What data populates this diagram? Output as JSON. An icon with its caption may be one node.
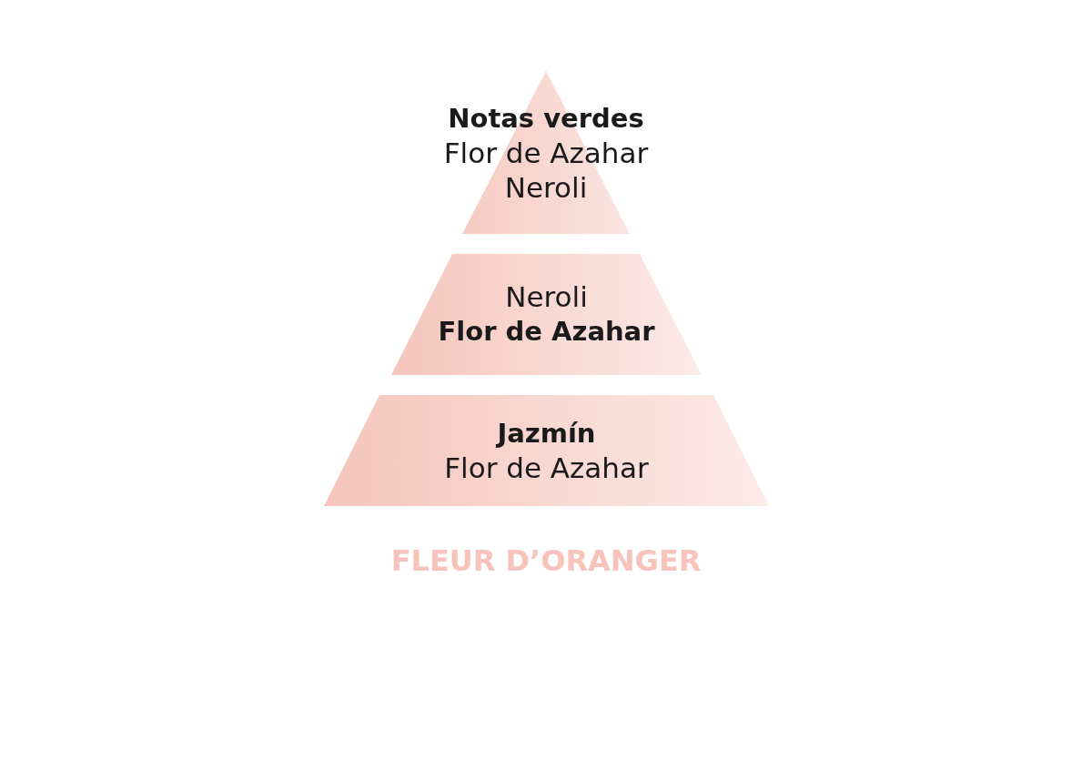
{
  "diagram": {
    "title": "FLEUR D’ORANGER",
    "nodes": [
      {
        "text": [
          "Notas verdes",
          "Flor de Azahar",
          "Neroli"
        ]
      },
      {
        "text": [
          "Neroli",
          "Flor de Azahar"
        ]
      },
      {
        "text": [
          "Jazmín",
          "Flor de Azahar"
        ]
      }
    ]
  }
}
